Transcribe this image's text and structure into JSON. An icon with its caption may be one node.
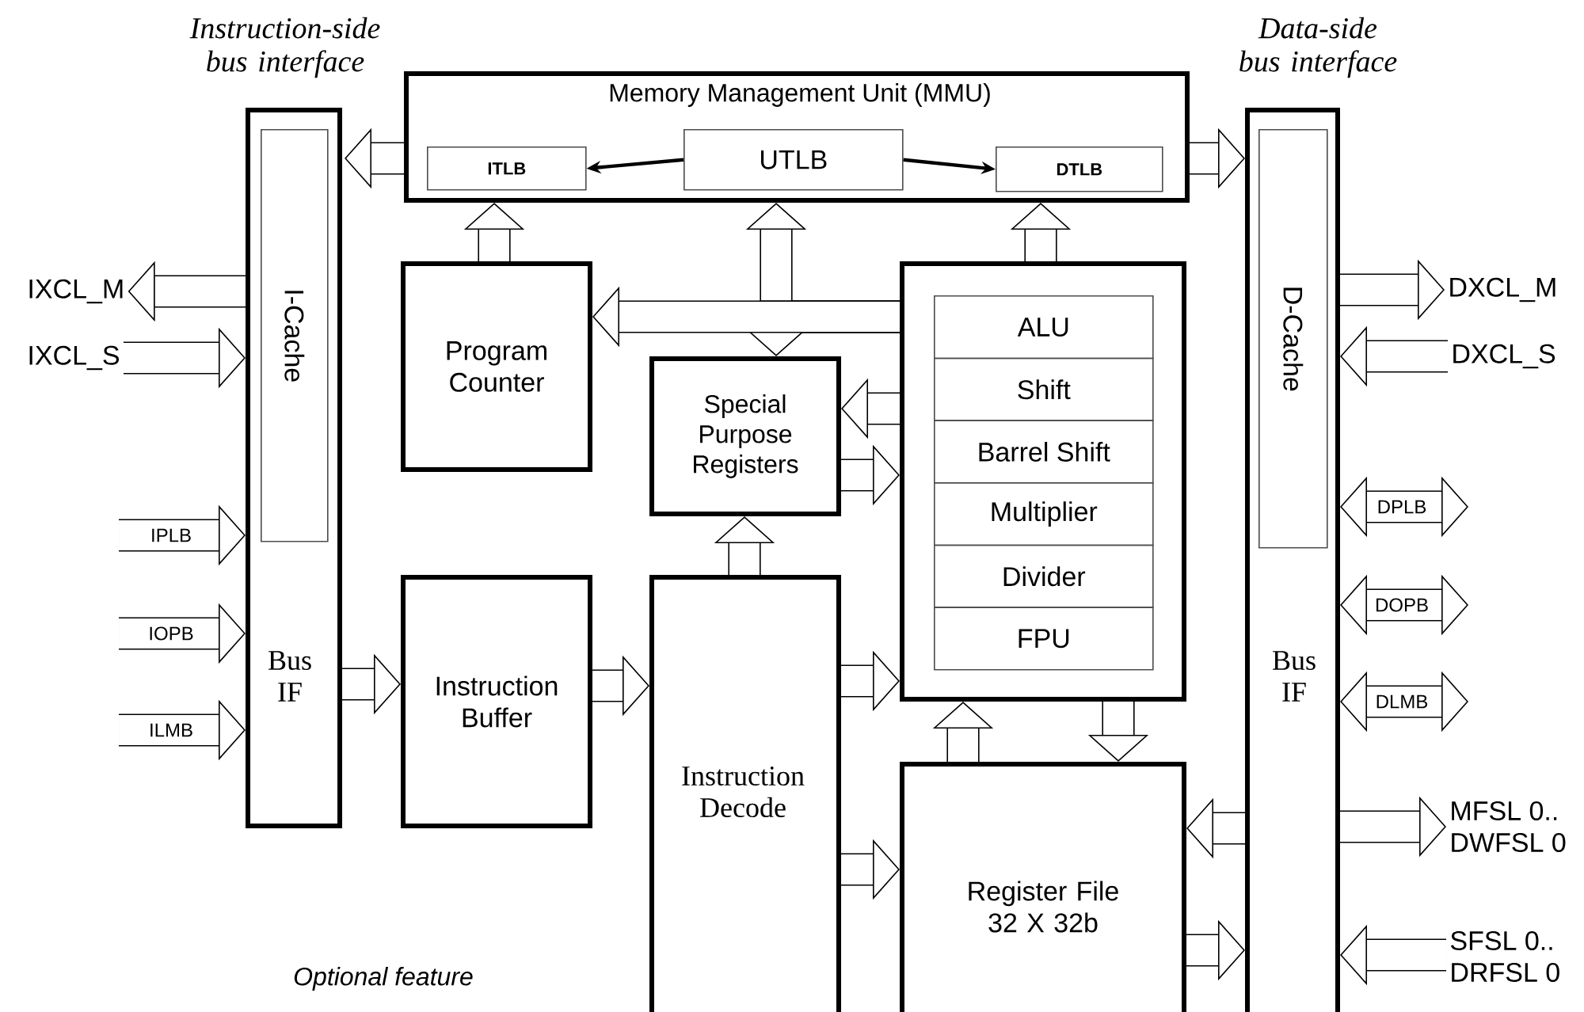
{
  "diagram": {
    "nodes": [
      {
        "text": [
          "Bus IF"
        ],
        "beside": [
          "Instruction-side bus interface"
        ]
      },
      {
        "text": [
          "I-Cache"
        ],
        "in": 0
      },
      {
        "text": [
          "Memory Management Unit (MMU)"
        ]
      },
      {
        "text": [
          "ITLB"
        ],
        "in": 2
      },
      {
        "text": [
          "UTLB"
        ],
        "in": 2
      },
      {
        "text": [
          "DTLB"
        ],
        "in": 2
      },
      {
        "text": [
          "Program Counter"
        ]
      },
      {
        "text": [
          "Special Purpose Registers"
        ]
      },
      {
        "text": [
          "Instruction Buffer"
        ]
      },
      {
        "text": [
          "Instruction Decode"
        ]
      },
      {
        "text": [],
        "shape": "box"
      },
      {
        "text": [
          "ALU"
        ],
        "in": 10
      },
      {
        "text": [
          "Shift"
        ],
        "in": 10
      },
      {
        "text": [
          "Barrel Shift"
        ],
        "in": 10
      },
      {
        "text": [
          "Multiplier"
        ],
        "in": 10
      },
      {
        "text": [
          "Divider"
        ],
        "in": 10
      },
      {
        "text": [
          "FPU"
        ],
        "in": 10
      },
      {
        "text": [
          "Register File 32 X 32b"
        ]
      },
      {
        "text": [
          "Bus IF"
        ],
        "beside": [
          "Data-side bus interface"
        ]
      },
      {
        "text": [
          "D-Cache"
        ],
        "in": 18
      },
      {
        "text": [
          "IXCL_M"
        ]
      },
      {
        "text": [
          "IXCL_S"
        ]
      },
      {
        "text": [
          "DXCL_M"
        ]
      },
      {
        "text": [
          "DXCL_S"
        ]
      },
      {
        "text": [
          "MFSL 0..",
          "DWFSL 0"
        ]
      },
      {
        "text": [
          "SFSL 0..",
          "DRFSL 0"
        ]
      }
    ],
    "edges": [
      {
        "from": 2,
        "to": 0,
        "arrow": "to"
      },
      {
        "from": 2,
        "to": 18,
        "arrow": "to"
      },
      {
        "from": 4,
        "to": 3,
        "arrow": "to"
      },
      {
        "from": 4,
        "to": 5,
        "arrow": "to"
      },
      {
        "from": 6,
        "to": 2,
        "arrow": "to"
      },
      {
        "from": 10,
        "to": 2,
        "arrow": "to"
      },
      {
        "from": 10,
        "to": 2,
        "arrow": "to"
      },
      {
        "from": 10,
        "to": 7,
        "arrow": "to"
      },
      {
        "from": 10,
        "to": 6,
        "arrow": "to"
      },
      {
        "from": 10,
        "to": 7,
        "arrow": "to"
      },
      {
        "from": 7,
        "to": 10,
        "arrow": "to"
      },
      {
        "from": 9,
        "to": 7,
        "arrow": "to"
      },
      {
        "from": 0,
        "to": 20,
        "arrow": "to"
      },
      {
        "from": 21,
        "to": 0,
        "arrow": "to"
      },
      {
        "from": null,
        "to": 0,
        "arrow": "to",
        "label": "IPLB"
      },
      {
        "from": null,
        "to": 0,
        "arrow": "to",
        "label": "IOPB"
      },
      {
        "from": null,
        "to": 0,
        "arrow": "to",
        "label": "ILMB"
      },
      {
        "from": 0,
        "to": 8,
        "arrow": "to"
      },
      {
        "from": 8,
        "to": 9,
        "arrow": "to"
      },
      {
        "from": 9,
        "to": 10,
        "arrow": "to"
      },
      {
        "from": 9,
        "to": 17,
        "arrow": "to"
      },
      {
        "from": 17,
        "to": 10,
        "arrow": "to"
      },
      {
        "from": 10,
        "to": 17,
        "arrow": "to"
      },
      {
        "from": 18,
        "to": 17,
        "arrow": "to"
      },
      {
        "from": 17,
        "to": 18,
        "arrow": "to"
      },
      {
        "from": 18,
        "to": 22,
        "arrow": "to"
      },
      {
        "from": 23,
        "to": 18,
        "arrow": "to"
      },
      {
        "from": 18,
        "to": null,
        "arrow": "both",
        "label": "DPLB"
      },
      {
        "from": 18,
        "to": null,
        "arrow": "both",
        "label": "DOPB"
      },
      {
        "from": 18,
        "to": null,
        "arrow": "both",
        "label": "DLMB"
      },
      {
        "from": 18,
        "to": 24,
        "arrow": "to"
      },
      {
        "from": 25,
        "to": 18,
        "arrow": "to"
      }
    ],
    "labels": [
      "Optional feature"
    ]
  }
}
